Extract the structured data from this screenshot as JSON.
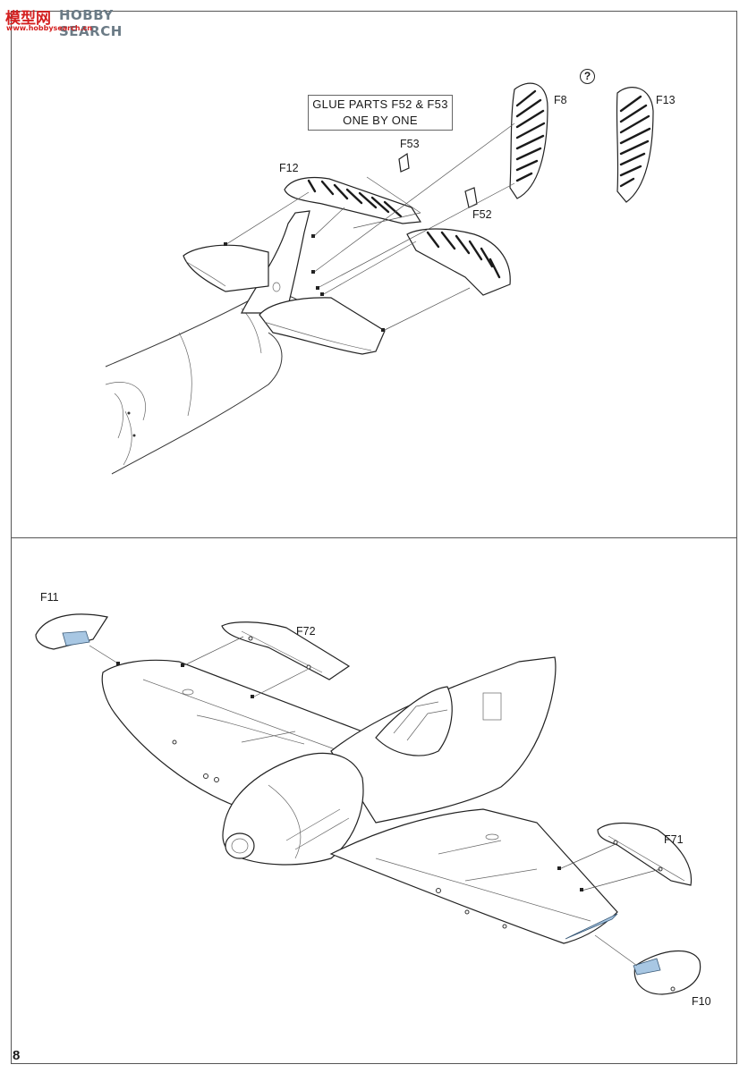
{
  "watermark": {
    "logo": "模型网",
    "search": "HOBBY SEARCH",
    "url": "www.hobbysearch.cn"
  },
  "top_panel": {
    "callout": {
      "line1": "GLUE PARTS F52 & F53",
      "line2": "ONE BY ONE"
    },
    "optional_symbol": "?",
    "labels": {
      "f8": "F8",
      "f13": "F13",
      "f53": "F53",
      "f12": "F12",
      "f52": "F52"
    }
  },
  "bottom_panel": {
    "labels": {
      "f11": "F11",
      "f72": "F72",
      "f71": "F71",
      "f10": "F10"
    }
  },
  "page_number": "8",
  "colors": {
    "highlight": "#a8c7e3",
    "line": "#333333",
    "watermark_red": "#d42020"
  }
}
